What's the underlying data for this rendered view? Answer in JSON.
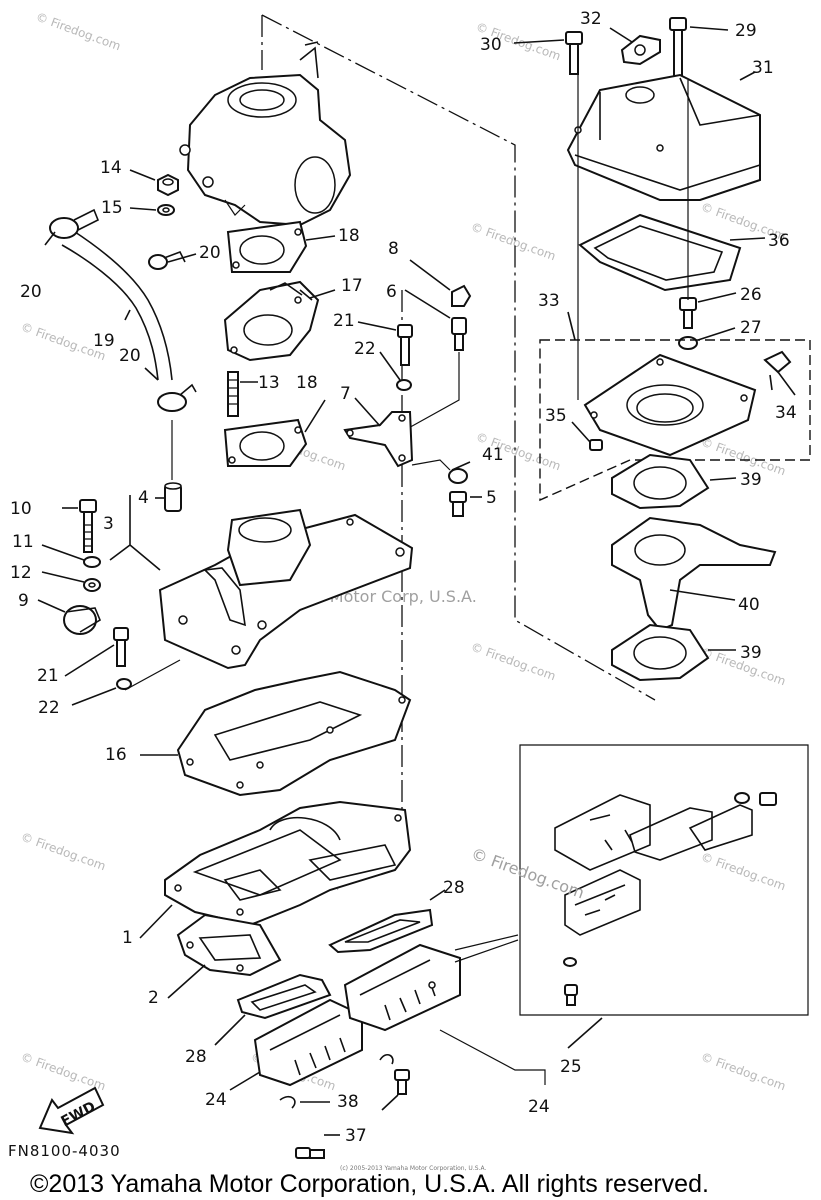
{
  "watermark": {
    "brand": "© Firedog.com",
    "center_text": "Yamaha Motor Corp, U.S.A.",
    "inline_text": "© Firedog.com"
  },
  "figure_code": "FN8100-4030",
  "fwd_label": "FWD",
  "copyright": "©2013 Yamaha Motor Corporation, U.S.A. All rights reserved.",
  "small_copyright": "(c) 2005-2013 Yamaha Motor Corporation, U.S.A.",
  "labels": {
    "p1": "1",
    "p2": "2",
    "p3": "3",
    "p4": "4",
    "p5": "5",
    "p6": "6",
    "p7": "7",
    "p8": "8",
    "p9": "9",
    "p10": "10",
    "p11": "11",
    "p12": "12",
    "p13": "13",
    "p14": "14",
    "p15": "15",
    "p16": "16",
    "p17": "17",
    "p18a": "18",
    "p18b": "18",
    "p19": "19",
    "p20a": "20",
    "p20b": "20",
    "p20c": "20",
    "p21a": "21",
    "p21b": "21",
    "p22a": "22",
    "p22b": "22",
    "p24a": "24",
    "p24b": "24",
    "p25": "25",
    "p26": "26",
    "p27": "27",
    "p28a": "28",
    "p28b": "28",
    "p29": "29",
    "p30": "30",
    "p31": "31",
    "p32": "32",
    "p33": "33",
    "p34": "34",
    "p35": "35",
    "p36": "36",
    "p37": "37",
    "p38": "38",
    "p39a": "39",
    "p39b": "39",
    "p40": "40",
    "p41": "41"
  },
  "icons": [
    "fwd-arrow-icon"
  ]
}
